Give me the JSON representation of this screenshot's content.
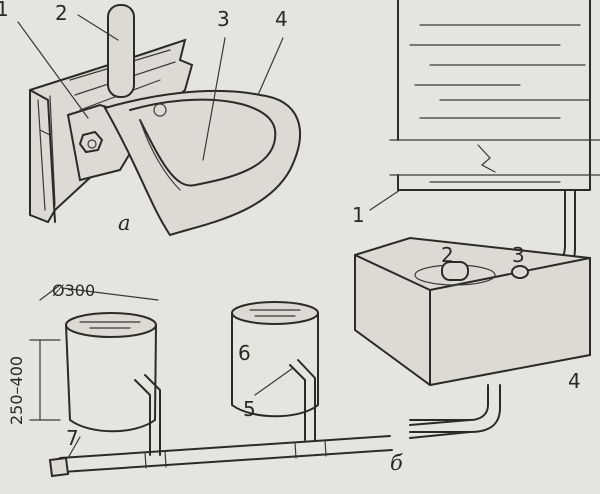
{
  "figure_a": {
    "caption": "а",
    "callouts": [
      "1",
      "2",
      "3",
      "4"
    ]
  },
  "figure_b": {
    "caption": "б",
    "callouts": [
      "1",
      "2",
      "3",
      "4",
      "5",
      "6",
      "7"
    ],
    "diameter_label": "Ø300",
    "height_label": "250–400"
  }
}
